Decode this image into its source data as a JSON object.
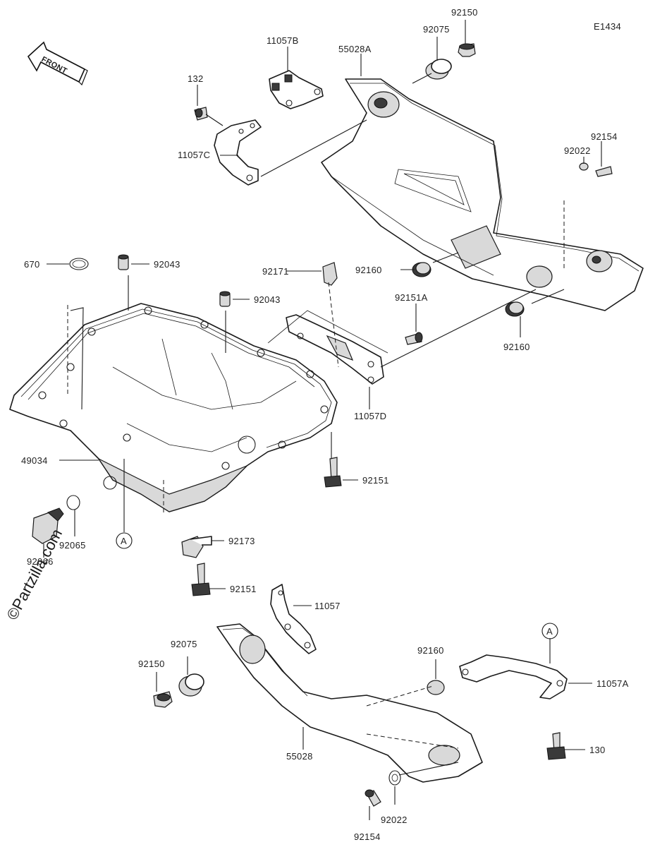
{
  "diagram_code": "E1434",
  "front_label": "FRONT",
  "watermark": "©Partzilla.com",
  "callout_letter": "A",
  "parts": {
    "p92150_top": "92150",
    "p92075_top": "92075",
    "p55028A": "55028A",
    "p11057B": "11057B",
    "p132": "132",
    "p11057C": "11057C",
    "p92154_top": "92154",
    "p92022_top": "92022",
    "p670": "670",
    "p92043_a": "92043",
    "p92043_b": "92043",
    "p92171": "92171",
    "p92160_a": "92160",
    "p92151A": "92151A",
    "p92160_b": "92160",
    "p11057D": "11057D",
    "p49034": "49034",
    "p92151_a": "92151",
    "p92065": "92065",
    "p92066": "92066",
    "p92173": "92173",
    "p92151_b": "92151",
    "p11057": "11057",
    "p92075_bot": "92075",
    "p92150_bot": "92150",
    "p92160_c": "92160",
    "p11057A": "11057A",
    "p55028": "55028",
    "p130": "130",
    "p92154_bot": "92154",
    "p92022_bot": "92022"
  }
}
